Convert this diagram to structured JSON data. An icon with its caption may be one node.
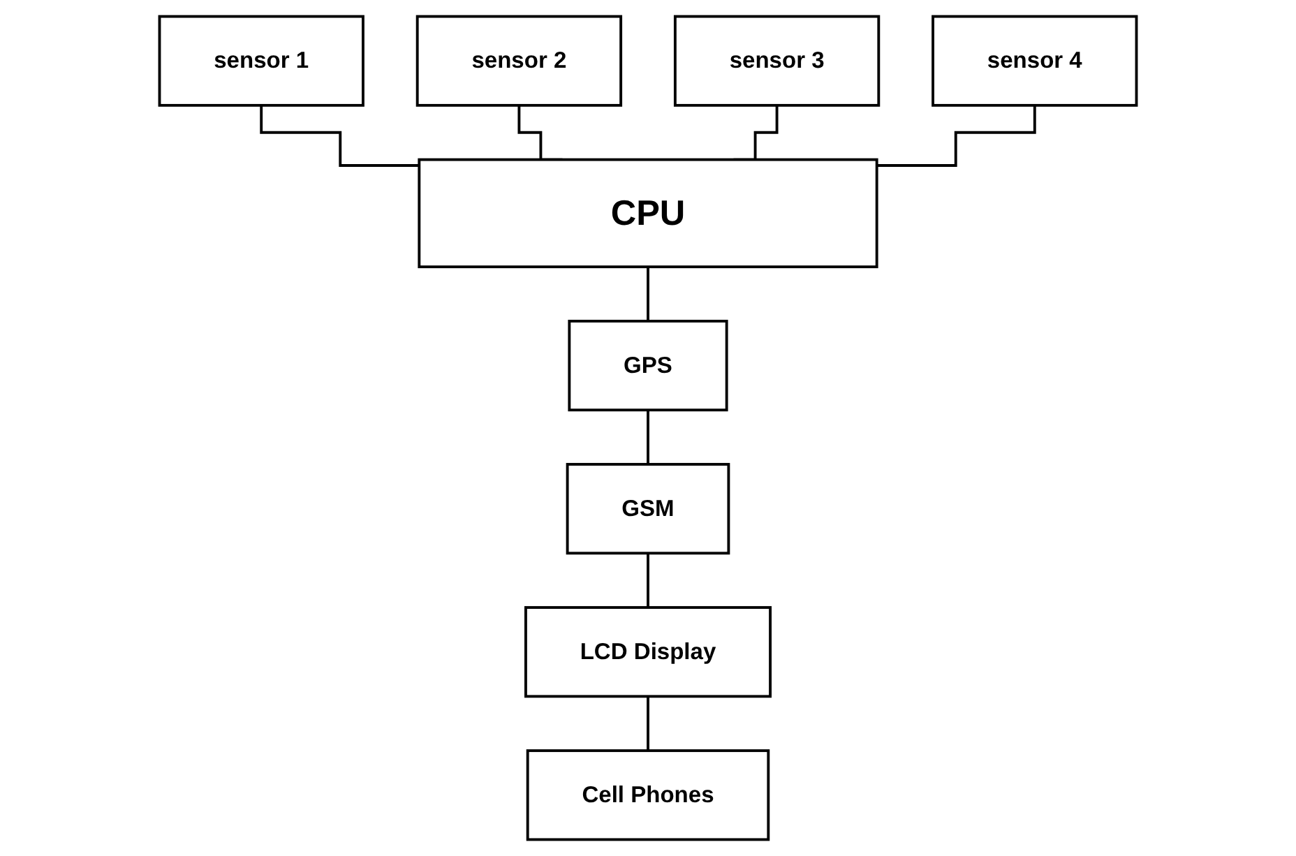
{
  "diagram": {
    "nodes": [
      {
        "text": [
          "sensor 1"
        ]
      },
      {
        "text": [
          "sensor 2"
        ]
      },
      {
        "text": [
          "sensor 3"
        ]
      },
      {
        "text": [
          "sensor 4"
        ]
      },
      {
        "text": [
          "CPU"
        ]
      },
      {
        "text": [
          "GPS"
        ]
      },
      {
        "text": [
          "GSM"
        ]
      },
      {
        "text": [
          "LCD Display"
        ]
      },
      {
        "text": [
          "Cell Phones"
        ]
      }
    ],
    "edges": [
      {
        "from": 0,
        "to": 4,
        "arrow": "none"
      },
      {
        "from": 1,
        "to": 4,
        "arrow": "none"
      },
      {
        "from": 2,
        "to": 4,
        "arrow": "none"
      },
      {
        "from": 3,
        "to": 4,
        "arrow": "none"
      },
      {
        "from": 4,
        "to": 5,
        "arrow": "none"
      },
      {
        "from": 5,
        "to": 6,
        "arrow": "none"
      },
      {
        "from": 6,
        "to": 7,
        "arrow": "none"
      },
      {
        "from": 7,
        "to": 8,
        "arrow": "none"
      }
    ]
  }
}
